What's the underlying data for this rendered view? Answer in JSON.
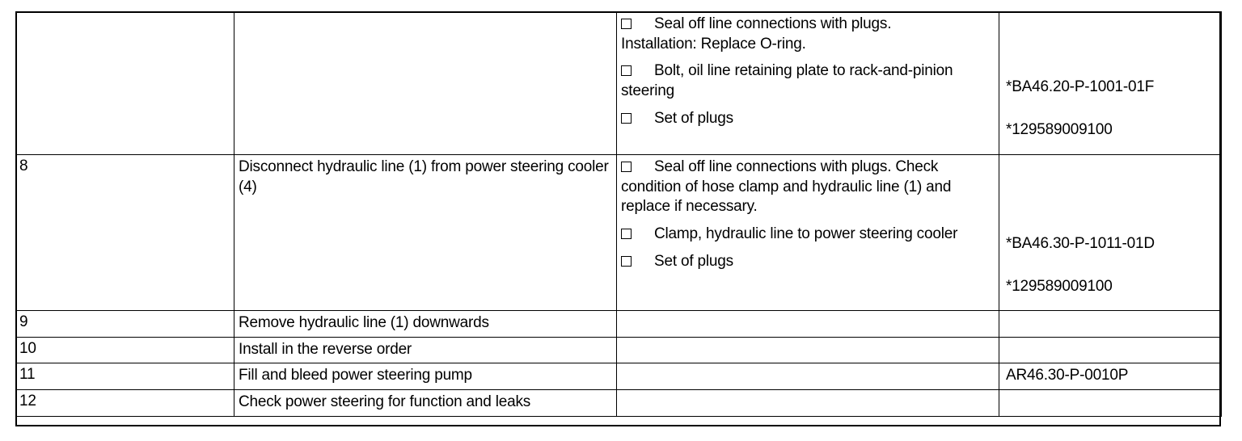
{
  "document": {
    "type": "service-procedure-table",
    "columns": [
      "step-number",
      "work-step-description",
      "notes-and-parts",
      "reference-numbers"
    ],
    "checkbox_glyph": "□"
  },
  "rows": [
    {
      "id": "row-continuation",
      "step": "",
      "description": "",
      "notes": [
        {
          "text": "Seal off line connections with plugs.\nInstallation:   Replace O-ring."
        },
        {
          "text": "Bolt, oil line retaining plate to rack-and-pinion steering"
        },
        {
          "text": "Set of plugs"
        }
      ],
      "refs": [
        "*BA46.20-P-1001-01F",
        "*129589009100"
      ]
    },
    {
      "id": "row-8",
      "step": "8",
      "description": "Disconnect hydraulic line (1) from power steering cooler (4)",
      "notes": [
        {
          "text": "Seal off line connections with plugs. Check condition of hose clamp and hydraulic line (1) and replace if necessary."
        },
        {
          "text": "Clamp, hydraulic line to power steering cooler"
        },
        {
          "text": "Set of plugs"
        }
      ],
      "refs": [
        "*BA46.30-P-1011-01D",
        "*129589009100"
      ]
    },
    {
      "id": "row-9",
      "step": "9",
      "description": "Remove hydraulic line (1) downwards",
      "notes": [],
      "refs": []
    },
    {
      "id": "row-10",
      "step": "10",
      "description": "Install in the reverse order",
      "notes": [],
      "refs": []
    },
    {
      "id": "row-11",
      "step": "11",
      "description": "Fill and bleed power steering pump",
      "notes": [],
      "refs": [
        "AR46.30-P-0010P"
      ]
    },
    {
      "id": "row-12",
      "step": "12",
      "description": "Check power steering for function and leaks",
      "notes": [],
      "refs": []
    }
  ]
}
